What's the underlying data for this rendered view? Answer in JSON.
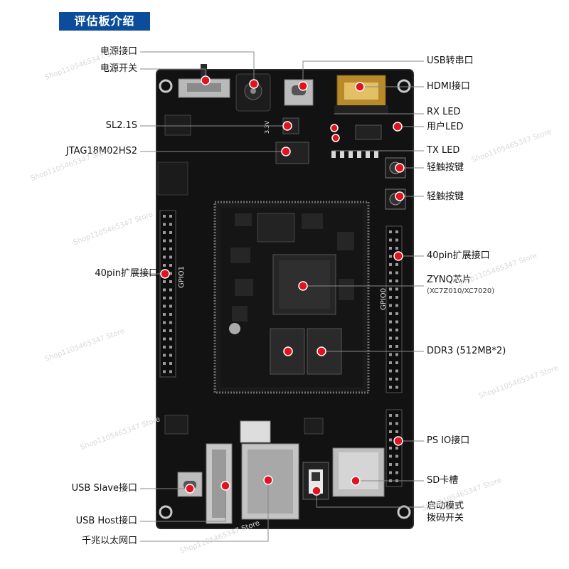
{
  "header": {
    "title": "评估板介绍"
  },
  "watermark": "Shop1105465347 Store",
  "colors": {
    "accent": "#0b4d9b",
    "marker": "#e0141e",
    "board": "#121212"
  },
  "silkscreen": {
    "gpio1": "GPIO1",
    "gpio0": "GPIO0",
    "voltage": "3.3V"
  },
  "left_labels": {
    "power_port": "电源接口",
    "power_switch": "电源开关",
    "sl21s": "SL2.1S",
    "jtag": "JTAG18M02HS2",
    "expansion": "40pin扩展接口",
    "usb_slave": "USB Slave接口",
    "usb_host": "USB Host接口",
    "ethernet": "千兆以太网口"
  },
  "right_labels": {
    "usb_uart": "USB转串口",
    "hdmi": "HDMI接口",
    "rx_led": "RX LED",
    "user_led": "用户LED",
    "tx_led": "TX LED",
    "button1": "轻触按键",
    "button2": "轻触按键",
    "expansion": "40pin扩展接口",
    "zynq": "ZYNQ芯片",
    "zynq_sub": "(XC7Z010/XC7020)",
    "ddr3": "DDR3 (512MB*2)",
    "ps_io": "PS IO接口",
    "sd_slot": "SD卡槽",
    "boot_mode_1": "启动模式",
    "boot_mode_2": "拨码开关"
  }
}
